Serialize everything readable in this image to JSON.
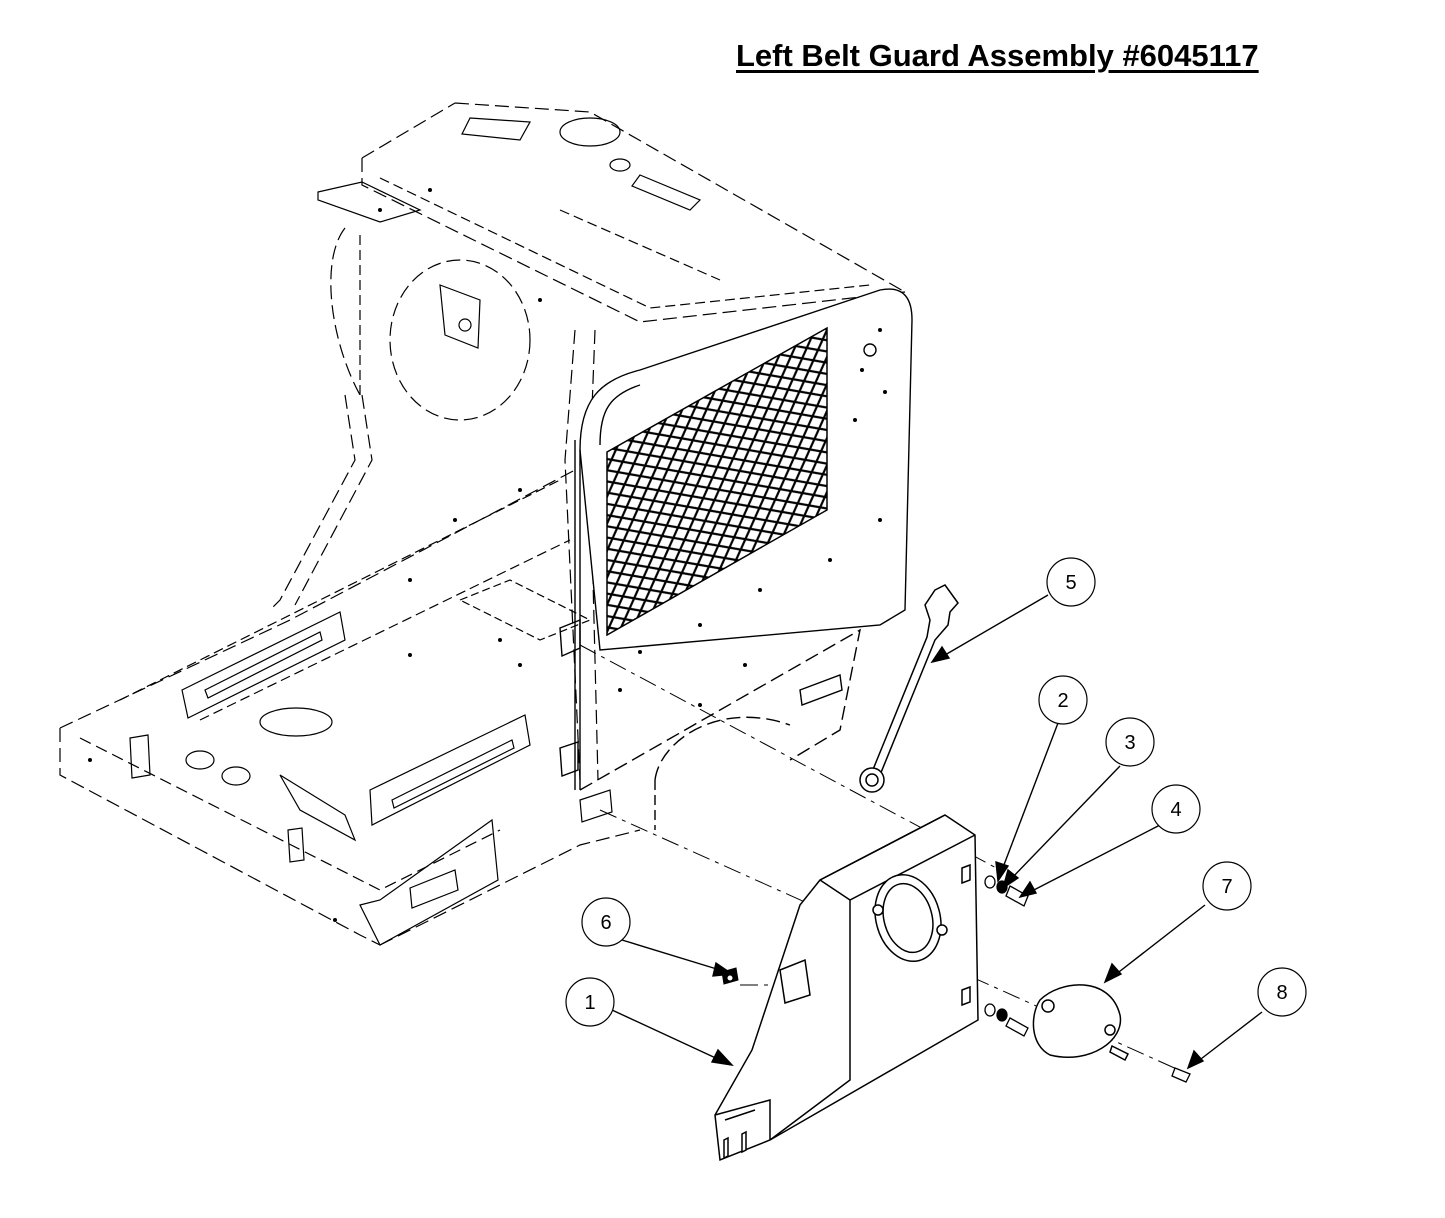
{
  "title": "Left Belt Guard Assembly #6045117",
  "callouts": [
    {
      "id": "callout-1",
      "label": "1"
    },
    {
      "id": "callout-2",
      "label": "2"
    },
    {
      "id": "callout-3",
      "label": "3"
    },
    {
      "id": "callout-4",
      "label": "4"
    },
    {
      "id": "callout-5",
      "label": "5"
    },
    {
      "id": "callout-6",
      "label": "6"
    },
    {
      "id": "callout-7",
      "label": "7"
    },
    {
      "id": "callout-8",
      "label": "8"
    }
  ]
}
